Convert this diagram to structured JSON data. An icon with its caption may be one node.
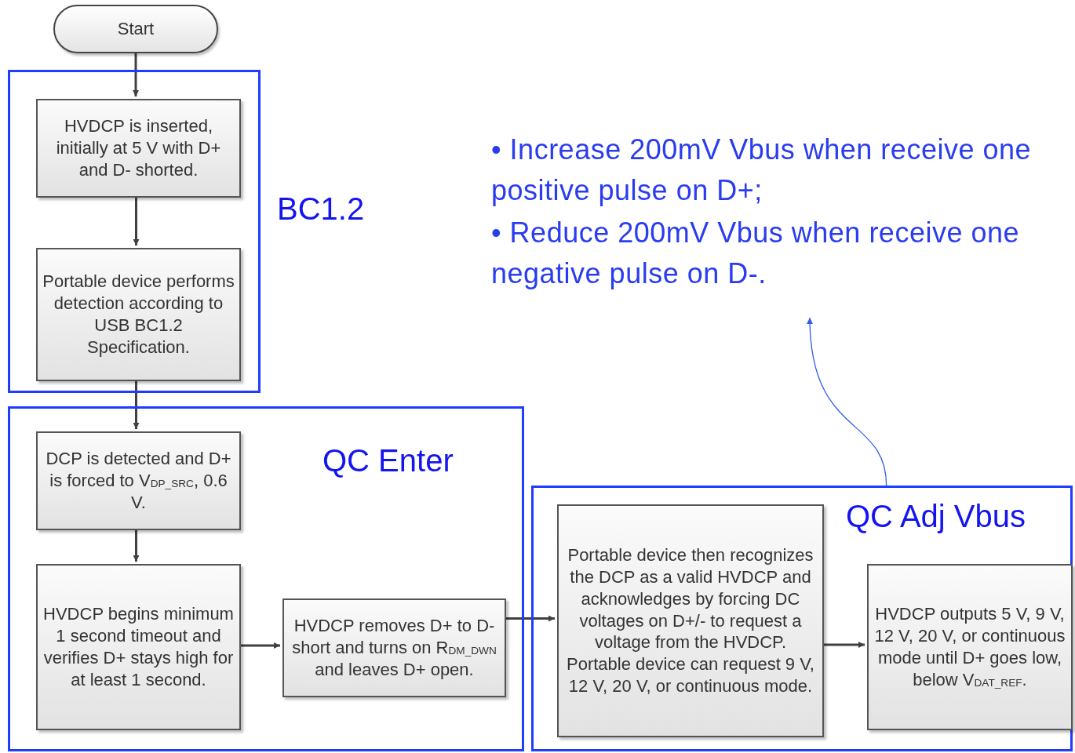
{
  "diagram": {
    "nodes": [
      {
        "text": [
          "Start"
        ]
      },
      {
        "text": [
          "BC1.2"
        ]
      },
      {
        "text": [
          "HVDCP is inserted, initially at 5 V with D+ and D- shorted."
        ],
        "in": 1
      },
      {
        "text": [
          "Portable device performs detection according to USB BC1.2 Specification."
        ],
        "in": 1
      },
      {
        "text": [
          "QC Enter"
        ]
      },
      {
        "text": [
          "DCP is detected and D+ is forced to V$_{DP_SRC}$, 0.6 V."
        ],
        "in": 4
      },
      {
        "text": [
          "HVDCP begins minimum 1 second timeout and verifies D+ stays high for at least 1 second."
        ],
        "in": 4
      },
      {
        "text": [
          "HVDCP removes D+ to D- short and turns on R$_{DM_DWN}$ and leaves D+ open."
        ],
        "in": 4
      },
      {
        "text": [
          "QC Adj Vbus"
        ]
      },
      {
        "text": [
          "Portable device then recognizes the DCP as a valid HVDCP and acknowledges by forcing DC voltages on D+/- to request a voltage from the HVDCP. Portable device can request 9 V, 12 V, 20 V, or continuous mode."
        ],
        "in": 8
      },
      {
        "text": [
          "HVDCP outputs 5 V, 9 V, 12 V, 20 V, or continuous mode until D+ goes low, below V$_{DAT_REF}$."
        ],
        "in": 8
      },
      {
        "text": [
          "• Increase 200mV Vbus when receive one positive pulse on D+;",
          "• Reduce 200mV Vbus when receive one negative pulse on D-."
        ]
      }
    ],
    "edges": [
      {
        "from": 0,
        "to": 2,
        "arrow": "to"
      },
      {
        "from": 2,
        "to": 3,
        "arrow": "to"
      },
      {
        "from": 3,
        "to": 5,
        "arrow": "to"
      },
      {
        "from": 5,
        "to": 6,
        "arrow": "to"
      },
      {
        "from": 6,
        "to": 7,
        "arrow": "to"
      },
      {
        "from": 7,
        "to": 9,
        "arrow": "to"
      },
      {
        "from": 9,
        "to": 10,
        "arrow": "to"
      },
      {
        "from": 8,
        "to": 11,
        "arrow": "to",
        "color": "#2f5cf0"
      }
    ]
  }
}
